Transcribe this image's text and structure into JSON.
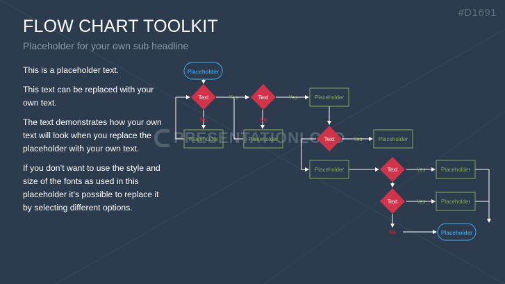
{
  "slide": {
    "id_tag": "#D1691",
    "title": "FLOW CHART TOOLKIT",
    "subtitle": "Placeholder for your own sub headline",
    "paragraphs": [
      "This is a placeholder text.",
      "This text can be replaced with your own text.",
      "The text demonstrates how your own text will look when you replace the placeholder with your own text.",
      "If you don’t want to use the style and size of the fonts as used in this placeholder it’s possible to replace it by selecting different options."
    ],
    "watermark": "PRESENTATIONLOAD"
  },
  "colors": {
    "background": "#2c3b4d",
    "terminal": "#3a9ad9",
    "decision": "#d0344a",
    "process": "#8aa85a",
    "yes": "#8aa85a",
    "no": "#c0303f",
    "connector": "#ffffff"
  },
  "flow": {
    "start_label": "Placeholder",
    "end_label": "Placeholder",
    "decision_label": "Text",
    "process_label": "Placeholder",
    "yes_label": "Yes",
    "no_label": "No"
  }
}
